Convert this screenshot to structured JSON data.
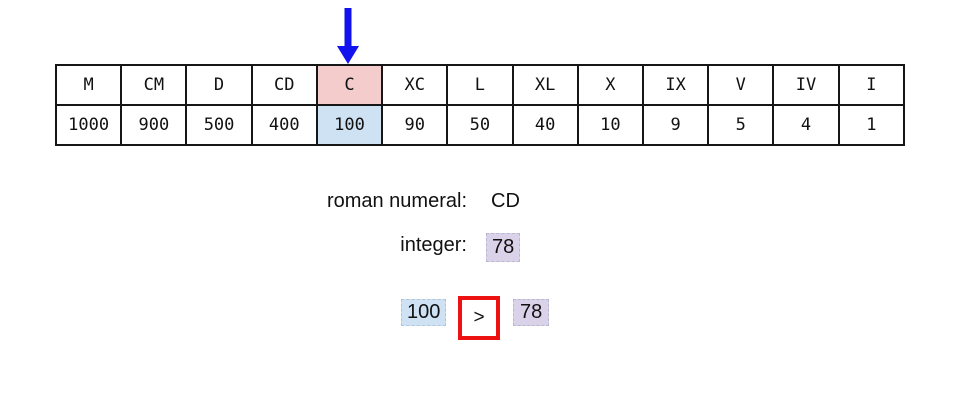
{
  "pointer": {
    "arrow_color": "#1212ee",
    "points_to_symbol": "C"
  },
  "conversion_table": {
    "highlight": {
      "symbol_bg": "#f4cccc",
      "value_bg": "#cfe2f3"
    },
    "columns": [
      {
        "symbol": "M",
        "value": 1000,
        "highlighted": false
      },
      {
        "symbol": "CM",
        "value": 900,
        "highlighted": false
      },
      {
        "symbol": "D",
        "value": 500,
        "highlighted": false
      },
      {
        "symbol": "CD",
        "value": 400,
        "highlighted": false
      },
      {
        "symbol": "C",
        "value": 100,
        "highlighted": true
      },
      {
        "symbol": "XC",
        "value": 90,
        "highlighted": false
      },
      {
        "symbol": "L",
        "value": 50,
        "highlighted": false
      },
      {
        "symbol": "XL",
        "value": 40,
        "highlighted": false
      },
      {
        "symbol": "X",
        "value": 10,
        "highlighted": false
      },
      {
        "symbol": "IX",
        "value": 9,
        "highlighted": false
      },
      {
        "symbol": "V",
        "value": 5,
        "highlighted": false
      },
      {
        "symbol": "IV",
        "value": 4,
        "highlighted": false
      },
      {
        "symbol": "I",
        "value": 1,
        "highlighted": false
      }
    ]
  },
  "fields": [
    {
      "label": "roman numeral:",
      "value": "CD",
      "value_bg": "none"
    },
    {
      "label": "integer:",
      "value": "78",
      "value_bg": "#d9d2e9"
    }
  ],
  "comparison": {
    "left_operand": "100",
    "left_bg": "#cfe2f3",
    "operator": ">",
    "right_operand": "78",
    "right_bg": "#d9d2e9",
    "operator_box_border": "#ee1111"
  }
}
